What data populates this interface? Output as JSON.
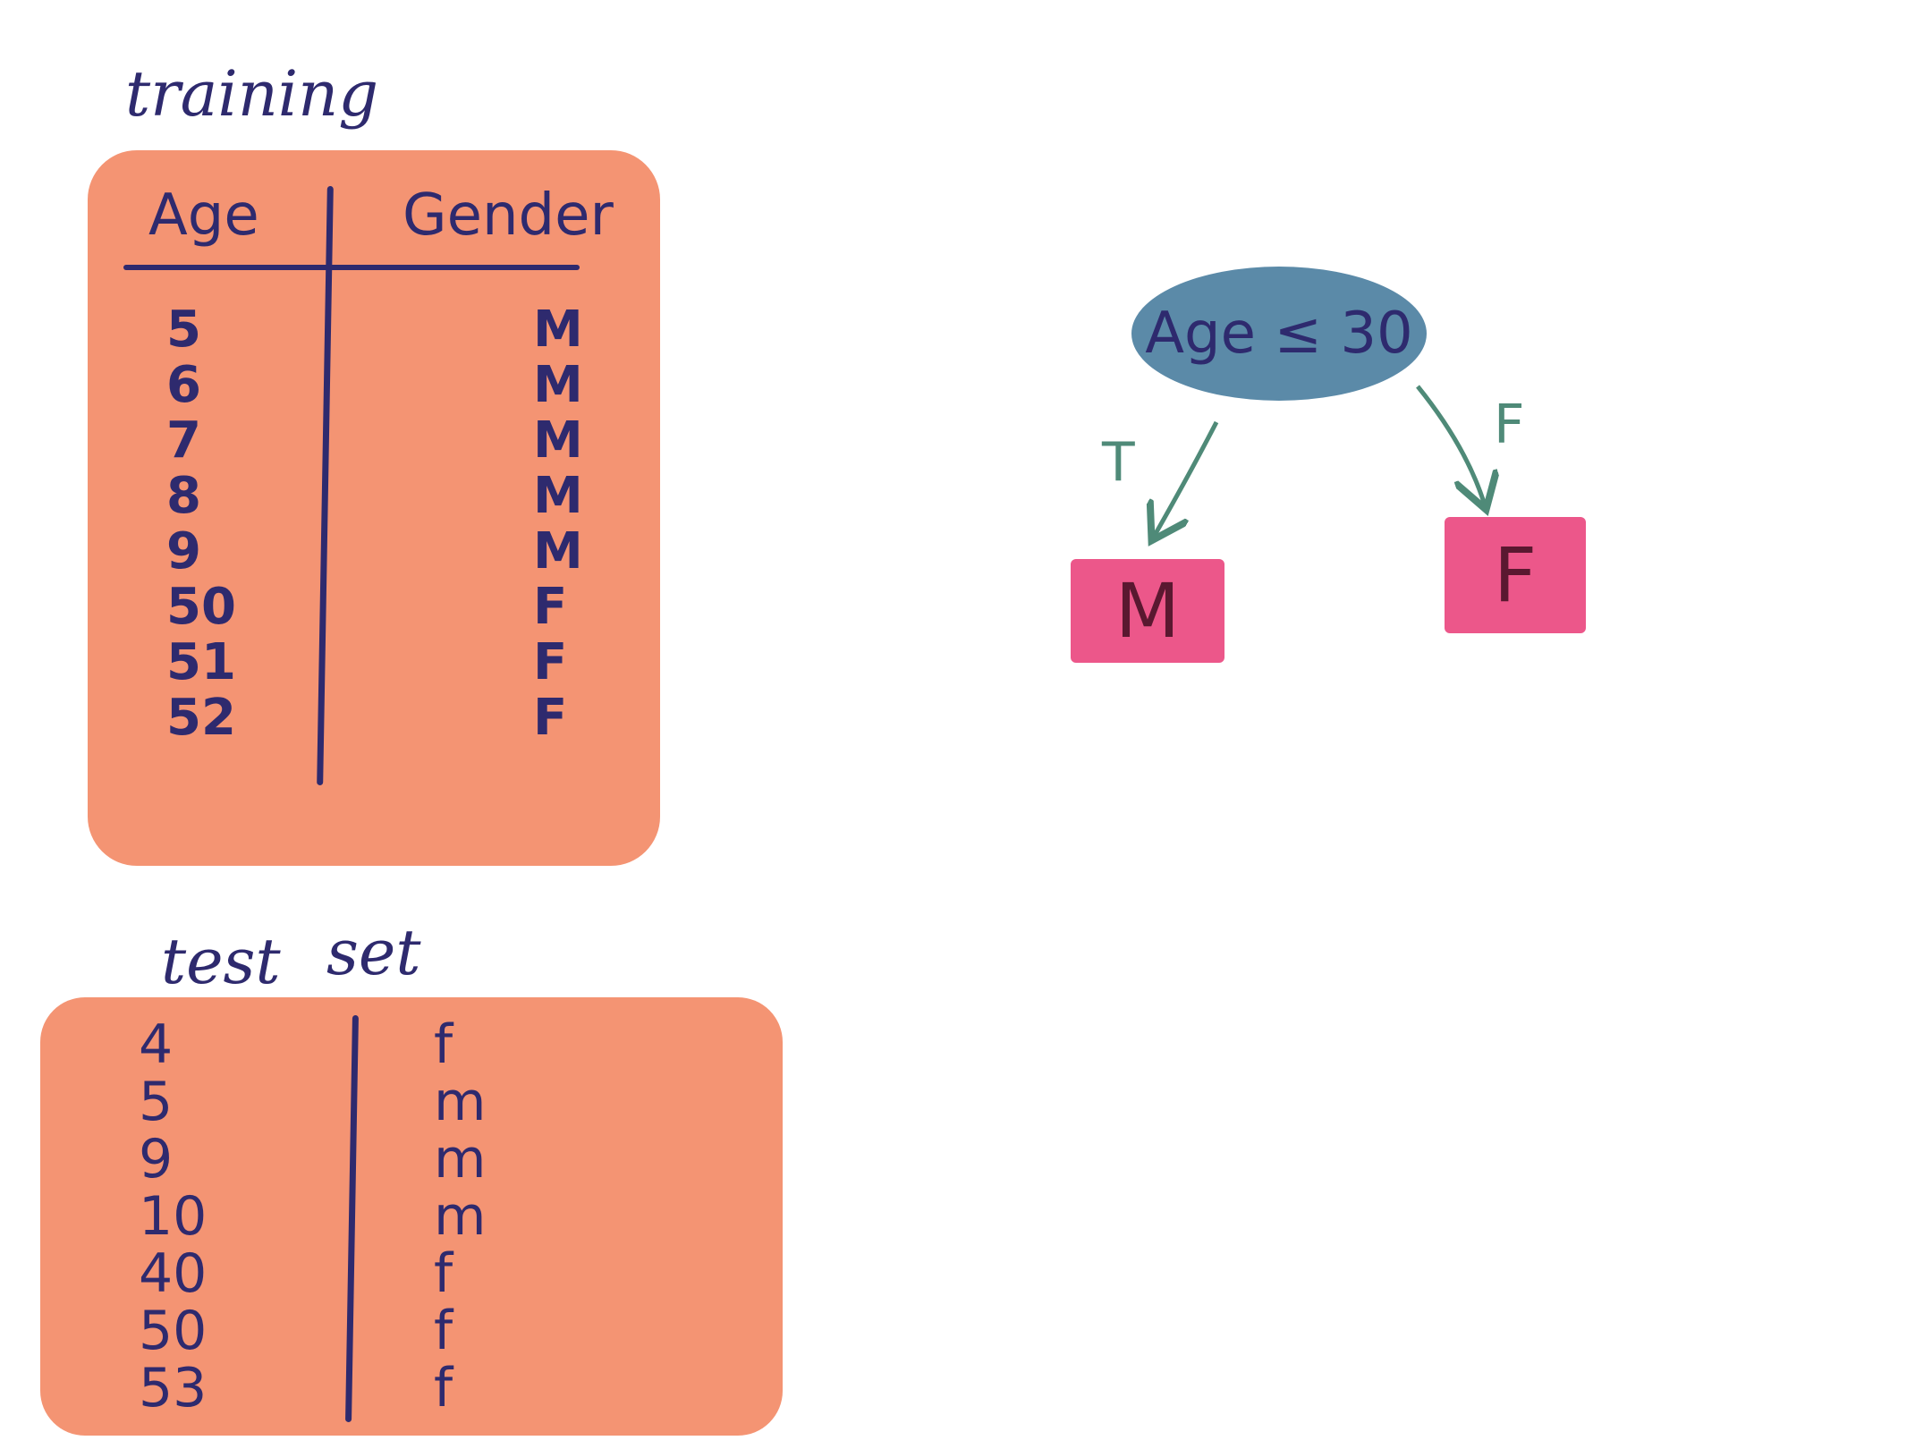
{
  "training": {
    "title": "training",
    "headers": {
      "age": "Age",
      "gender": "Gender"
    },
    "rows": [
      {
        "age": "5",
        "gender": "M"
      },
      {
        "age": "6",
        "gender": "M"
      },
      {
        "age": "7",
        "gender": "M"
      },
      {
        "age": "8",
        "gender": "M"
      },
      {
        "age": "9",
        "gender": "M"
      },
      {
        "age": "50",
        "gender": "F"
      },
      {
        "age": "51",
        "gender": "F"
      },
      {
        "age": "52",
        "gender": "F"
      }
    ]
  },
  "test": {
    "title_word1": "test",
    "title_word2": "set",
    "rows": [
      {
        "age": "4",
        "gender": "f"
      },
      {
        "age": "5",
        "gender": "m"
      },
      {
        "age": "9",
        "gender": "m"
      },
      {
        "age": "10",
        "gender": "m"
      },
      {
        "age": "40",
        "gender": "f"
      },
      {
        "age": "50",
        "gender": "f"
      },
      {
        "age": "53",
        "gender": "f"
      }
    ]
  },
  "tree": {
    "root": "Age ≤ 30",
    "true_label": "T",
    "false_label": "F",
    "left_leaf": "M",
    "right_leaf": "F"
  },
  "colors": {
    "table_fill": "#f49473",
    "ink": "#2e2a6e",
    "node_fill": "#5b8aa8",
    "leaf_fill": "#ec578a",
    "arrow": "#4f8a78"
  }
}
